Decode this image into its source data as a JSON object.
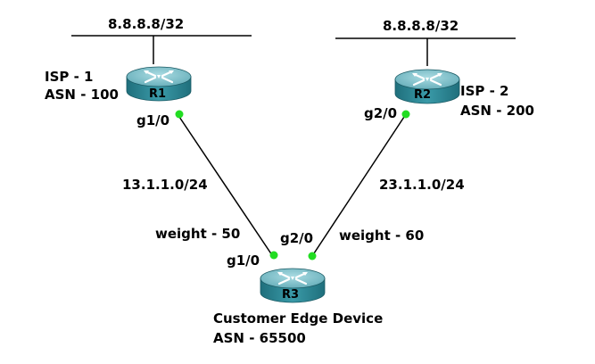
{
  "networks": {
    "left": "8.8.8.8/32",
    "right": "8.8.8.8/32"
  },
  "routers": {
    "r1": {
      "name": "R1",
      "isp": "ISP - 1",
      "asn": "ASN - 100",
      "interface": "g1/0"
    },
    "r2": {
      "name": "R2",
      "isp": "ISP - 2",
      "asn": "ASN - 200",
      "interface": "g2/0"
    },
    "r3": {
      "name": "R3",
      "role": "Customer Edge Device",
      "asn": "ASN - 65500",
      "interface_left": "g1/0",
      "interface_right": "g2/0"
    }
  },
  "links": {
    "r1_r3": {
      "subnet": "13.1.1.0/24",
      "weight": "weight - 50"
    },
    "r2_r3": {
      "subnet": "23.1.1.0/24",
      "weight": "weight - 60"
    }
  },
  "colors": {
    "router_body": "#2f8a9a",
    "router_top": "#7fc2cc",
    "port_dot": "#22dd22",
    "line": "#000000"
  }
}
